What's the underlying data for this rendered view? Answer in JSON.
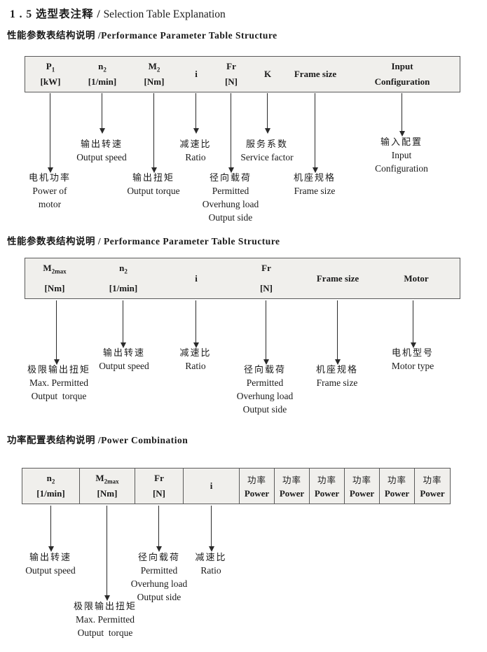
{
  "title": {
    "zh": "1 . 5 选型表注释 /",
    "en": " Selection Table Explanation"
  },
  "colors": {
    "table_bg": "#f0efec",
    "table_border": "#5a5a5a",
    "arrow": "#2a2a2a",
    "text": "#1a1a1a"
  },
  "section1": {
    "heading": "性能参数表结构说明 /Performance Parameter Table Structure",
    "columns": [
      {
        "sym": "P",
        "sub": "1",
        "unit": "[kW]"
      },
      {
        "sym": "n",
        "sub": "2",
        "unit": "[1/min]"
      },
      {
        "sym": "M",
        "sub": "2",
        "unit": "[Nm]"
      },
      {
        "sym": "i"
      },
      {
        "sym": "Fr",
        "unit": "[N]"
      },
      {
        "sym": "K"
      },
      {
        "sym": "Frame size"
      },
      {
        "sym": "Input",
        "unit": "Configuration"
      }
    ],
    "callouts": [
      {
        "lines": [
          "电机功率",
          "Power of",
          "motor"
        ]
      },
      {
        "lines": [
          "输出转速",
          "Output speed"
        ]
      },
      {
        "lines": [
          "输出扭矩",
          "Output torque"
        ]
      },
      {
        "lines": [
          "减速比",
          "Ratio"
        ]
      },
      {
        "lines": [
          "径向载荷",
          "Permitted",
          "Overhung load",
          "Output side"
        ]
      },
      {
        "lines": [
          "服务系数",
          "Service factor"
        ]
      },
      {
        "lines": [
          "机座规格",
          "Frame size"
        ]
      },
      {
        "lines": [
          "输入配置",
          "Input",
          "Configuration"
        ]
      }
    ]
  },
  "section2": {
    "heading": "性能参数表结构说明 / Performance Parameter Table Structure",
    "columns": [
      {
        "sym": "M",
        "sub": "2max",
        "unit": "[Nm]"
      },
      {
        "sym": "n",
        "sub": "2",
        "unit": "[1/min]"
      },
      {
        "sym": "i"
      },
      {
        "sym": "Fr",
        "unit": "[N]"
      },
      {
        "sym": "Frame size"
      },
      {
        "sym": "Motor"
      }
    ],
    "callouts": [
      {
        "lines": [
          "极限输出扭矩",
          "Max. Permitted",
          "Output  torque"
        ]
      },
      {
        "lines": [
          "输出转速",
          "Output speed"
        ]
      },
      {
        "lines": [
          "减速比",
          "Ratio"
        ]
      },
      {
        "lines": [
          "径向载荷",
          "Permitted",
          "Overhung load",
          "Output side"
        ]
      },
      {
        "lines": [
          "机座规格",
          "Frame size"
        ]
      },
      {
        "lines": [
          "电机型号",
          "Motor type"
        ]
      }
    ]
  },
  "section3": {
    "heading": "功率配置表结构说明 /Power Combination",
    "columns": [
      {
        "sym": "n",
        "sub": "2",
        "unit": "[1/min]"
      },
      {
        "sym": "M",
        "sub": "2max",
        "unit": "[Nm]"
      },
      {
        "sym": "Fr",
        "unit": "[N]"
      },
      {
        "sym": "i"
      }
    ],
    "power_columns": [
      {
        "zh": "功率",
        "en": "Power"
      },
      {
        "zh": "功率",
        "en": "Power"
      },
      {
        "zh": "功率",
        "en": "Power"
      },
      {
        "zh": "功率",
        "en": "Power"
      },
      {
        "zh": "功率",
        "en": "Power"
      },
      {
        "zh": "功率",
        "en": "Power"
      }
    ],
    "callouts": [
      {
        "lines": [
          "输出转速",
          "Output speed"
        ]
      },
      {
        "lines": [
          "极限输出扭矩",
          "Max. Permitted",
          "Output  torque"
        ]
      },
      {
        "lines": [
          "径向载荷",
          "Permitted",
          "Overhung load",
          "Output side"
        ]
      },
      {
        "lines": [
          "减速比",
          "Ratio"
        ]
      }
    ]
  }
}
